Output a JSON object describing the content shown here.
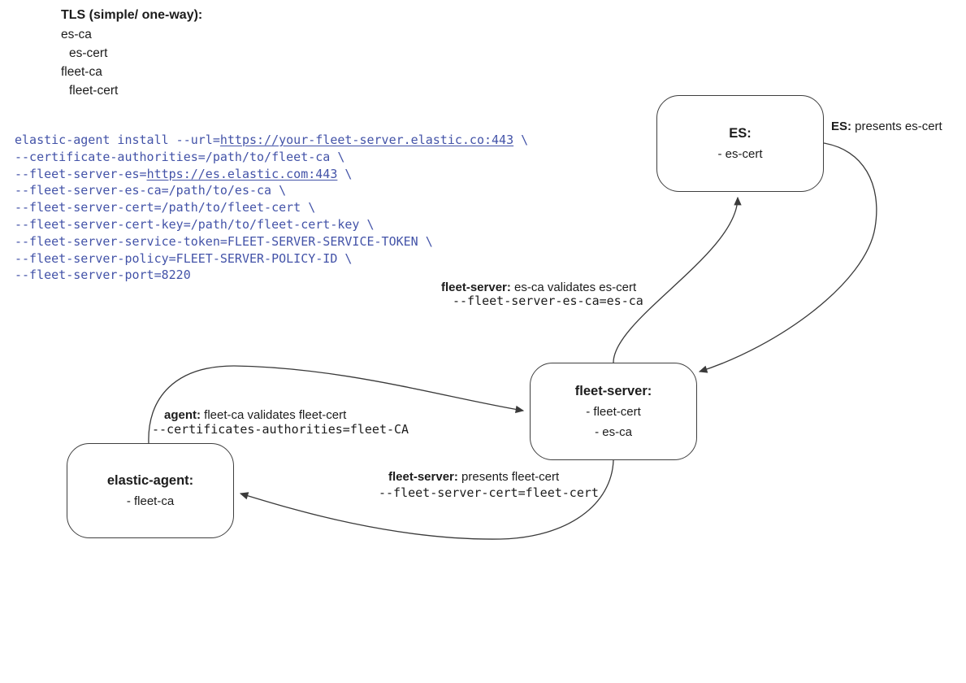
{
  "legend": {
    "title": "TLS (simple/ one-way):",
    "items": [
      {
        "label": "es-ca"
      },
      {
        "label": "es-cert"
      },
      {
        "label": "fleet-ca"
      },
      {
        "label": "fleet-cert"
      }
    ]
  },
  "command": {
    "lines": [
      [
        {
          "t": "elastic-agent install --url="
        },
        {
          "t": "https://your-fleet-server.elastic.co:443",
          "u": true
        },
        {
          "t": " \\"
        }
      ],
      [
        {
          "t": "--certificate-authorities=/path/to/fleet-ca \\"
        }
      ],
      [
        {
          "t": "--fleet-server-es="
        },
        {
          "t": "https://es.elastic.com:443",
          "u": true
        },
        {
          "t": " \\"
        }
      ],
      [
        {
          "t": "--fleet-server-es-ca=/path/to/es-ca \\"
        }
      ],
      [
        {
          "t": "--fleet-server-cert=/path/to/fleet-cert \\"
        }
      ],
      [
        {
          "t": "--fleet-server-cert-key=/path/to/fleet-cert-key \\"
        }
      ],
      [
        {
          "t": "--fleet-server-service-token=FLEET-SERVER-SERVICE-TOKEN \\"
        }
      ],
      [
        {
          "t": "--fleet-server-policy=FLEET-SERVER-POLICY-ID \\"
        }
      ],
      [
        {
          "t": "--fleet-server-port=8220"
        }
      ]
    ]
  },
  "nodes": {
    "es": {
      "title": "ES:",
      "items": [
        "- es-cert"
      ]
    },
    "fleet_server": {
      "title": "fleet-server:",
      "items": [
        "- fleet-cert",
        "- es-ca"
      ]
    },
    "elastic_agent": {
      "title": "elastic-agent:",
      "items": [
        "- fleet-ca"
      ]
    }
  },
  "edge_labels": {
    "es_presents": {
      "bold": "ES:",
      "text": " presents es-cert"
    },
    "fleet_validates_es": {
      "bold": "fleet-server:",
      "text": " es-ca validates es-cert",
      "code": "--fleet-server-es-ca=es-ca"
    },
    "agent_validates_fleet": {
      "bold": "agent:",
      "text": " fleet-ca validates fleet-cert",
      "code": "--certificates-authorities=fleet-CA"
    },
    "fleet_presents": {
      "bold": "fleet-server:",
      "text": " presents fleet-cert",
      "code": "--fleet-server-cert=fleet-cert"
    }
  },
  "colors": {
    "code_blue": "#4353a8",
    "ink": "#1c1c1c",
    "edge": "#3a3a3a",
    "box_border": "#3f3f3f",
    "background": "#ffffff"
  }
}
